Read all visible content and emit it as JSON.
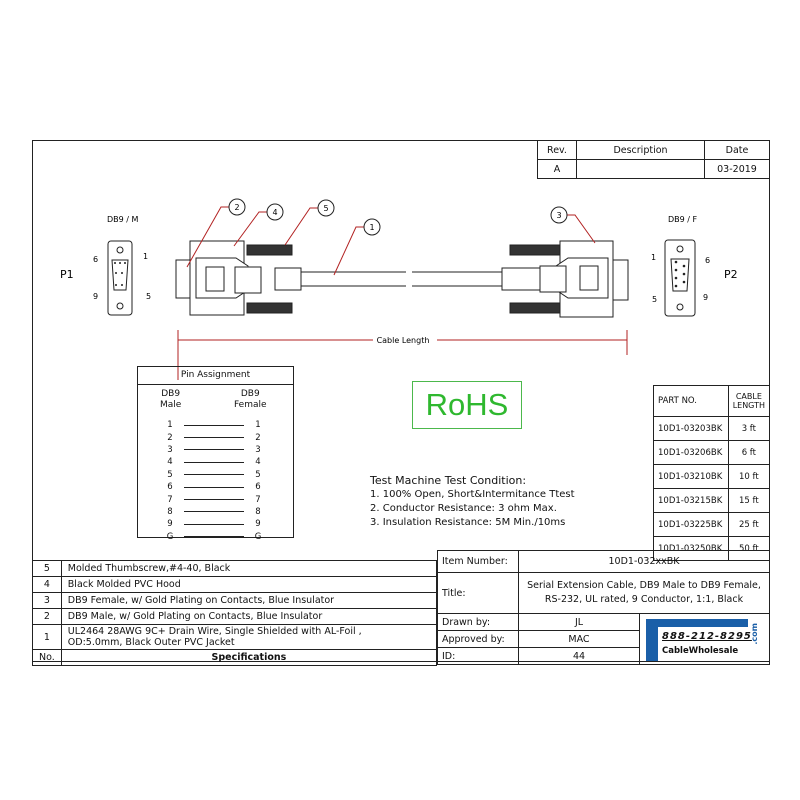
{
  "revision_table": {
    "headers": [
      "Rev.",
      "Description",
      "Date"
    ],
    "rows": [
      [
        "A",
        "",
        "03-2019"
      ]
    ]
  },
  "drawing": {
    "left_connector_label": "DB9 / M",
    "right_connector_label": "DB9 / F",
    "left_port": "P1",
    "right_port": "P2",
    "male_pins": [
      "6",
      "1",
      "9",
      "5"
    ],
    "female_pins": [
      "1",
      "6",
      "5",
      "9"
    ],
    "callouts": [
      "2",
      "4",
      "5",
      "1",
      "3"
    ],
    "dimension_label": "Cable Length",
    "line_color": "#b22222"
  },
  "pin_assignment": {
    "title": "Pin Assignment",
    "col1": "DB9\nMale",
    "col1a": "DB9",
    "col1b": "Male",
    "col2a": "DB9",
    "col2b": "Female",
    "pins": [
      "1",
      "2",
      "3",
      "4",
      "5",
      "6",
      "7",
      "8",
      "9",
      "G"
    ]
  },
  "rohs": {
    "label": "RoHS",
    "color": "#2fb82f"
  },
  "test_conditions": {
    "title": "Test Machine Test Condition:",
    "items": [
      "1. 100% Open, Short&Intermitance Ttest",
      "2. Conductor Resistance: 3 ohm Max.",
      "3. Insulation Resistance: 5M Min./10ms"
    ]
  },
  "parts": {
    "headers": [
      "PART NO.",
      "CABLE LENGTH"
    ],
    "rows": [
      [
        "10D1-03203BK",
        "3 ft"
      ],
      [
        "10D1-03206BK",
        "6 ft"
      ],
      [
        "10D1-03210BK",
        "10 ft"
      ],
      [
        "10D1-03215BK",
        "15 ft"
      ],
      [
        "10D1-03225BK",
        "25 ft"
      ],
      [
        "10D1-03250BK",
        "50 ft"
      ]
    ]
  },
  "specs": {
    "rows": [
      [
        "5",
        "Molded Thumbscrew,#4-40, Black"
      ],
      [
        "4",
        "Black Molded PVC Hood"
      ],
      [
        "3",
        "DB9 Female, w/ Gold Plating on Contacts, Blue Insulator"
      ],
      [
        "2",
        "DB9 Male, w/ Gold Plating on Contacts, Blue Insulator"
      ],
      [
        "1",
        "UL2464 28AWG 9C+ Drain Wire, Single Shielded with AL-Foil  ,",
        "OD:5.0mm, Black Outer PVC Jacket"
      ]
    ],
    "footer_no": "No.",
    "footer_title": "Specifications"
  },
  "title_block": {
    "item_number_label": "Item Number:",
    "item_number": "10D1-032xxBK",
    "title_label": "Title:",
    "title_line1": "Serial Extension Cable, DB9 Male to DB9 Female,",
    "title_line2": "RS-232, UL rated, 9 Conductor, 1:1, Black",
    "drawn_by_label": "Drawn by:",
    "drawn_by": "JL",
    "approved_by_label": "Approved by:",
    "approved_by": "MAC",
    "id_label": "ID:",
    "id": "44"
  },
  "logo": {
    "phone": "888-212-8295",
    "name": "CableWholesale",
    ".com": ".com",
    "com": ".com",
    "color": "#1a5fa8"
  }
}
